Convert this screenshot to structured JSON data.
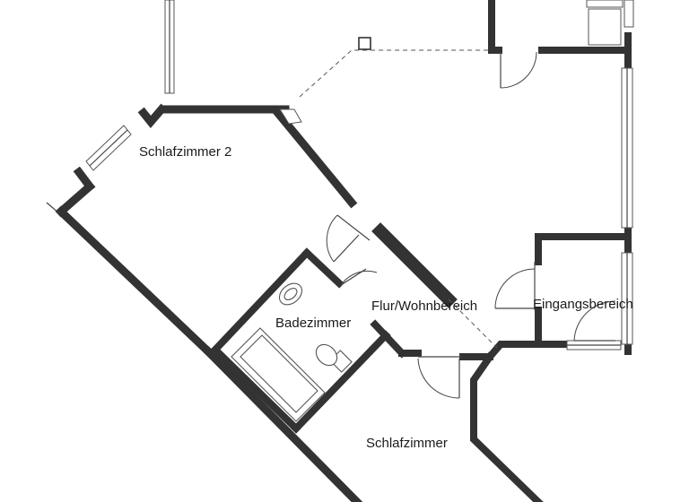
{
  "rooms": {
    "schlafzimmer_2": "Schlafzimmer 2",
    "flur_wohnbereich": "Flur/Wohnbereich",
    "eingangsbereich": "Eingangsbereich",
    "badezimmer": "Badezimmer",
    "schlafzimmer": "Schlafzimmer"
  },
  "colors": {
    "wall": "#333333",
    "background": "#ffffff",
    "text": "#1a1a1a"
  }
}
